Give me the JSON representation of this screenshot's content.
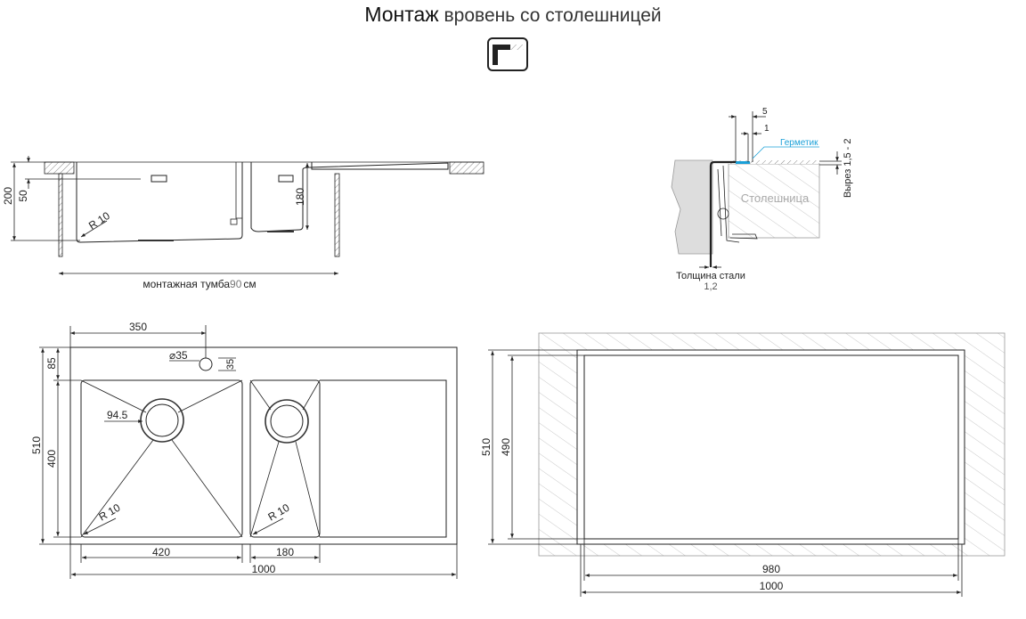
{
  "title": {
    "bold": "Монтаж",
    "rest": " вровень со столешницей"
  },
  "icon": "flush-mount-icon",
  "side_view": {
    "dim_200": "200",
    "dim_50": "50",
    "dim_180": "180",
    "radius": "R 10",
    "cabinet_label": "монтажная тумба",
    "cabinet_value": "90",
    "cabinet_unit": "см"
  },
  "section": {
    "dim_5": "5",
    "dim_1": "1",
    "sealant": "Герметик",
    "cutout": "Вырез 1,5 - 2",
    "countertop": "Столешница",
    "steel_label": "Толщина стали",
    "steel_value": "1,2",
    "sealant_color": "#1aa0d8"
  },
  "top_view": {
    "dim_350": "350",
    "tap": "⌀35",
    "dim_35": "35",
    "dim_85": "85",
    "dim_510": "510",
    "dim_400": "400",
    "drain": "94.5",
    "radius1": "R 10",
    "radius2": "R 10",
    "dim_420": "420",
    "dim_180": "180",
    "dim_1000": "1000"
  },
  "cutout_view": {
    "dim_510": "510",
    "dim_490": "490",
    "dim_980": "980",
    "dim_1000": "1000"
  }
}
